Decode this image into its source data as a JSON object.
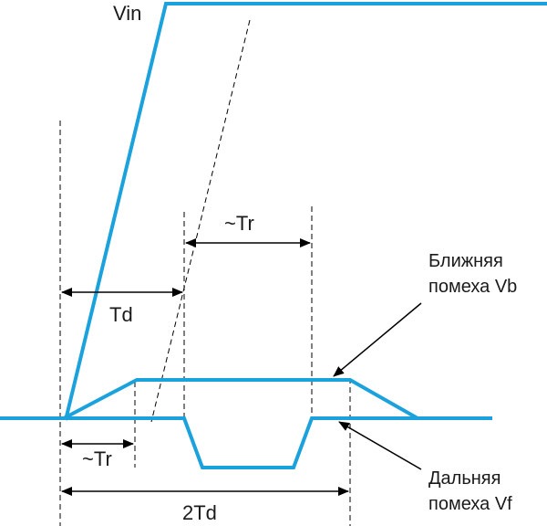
{
  "colors": {
    "signal": "#1ba2dc",
    "annotation": "#000000",
    "text": "#1a1a1a",
    "background": "#ffffff"
  },
  "labels": {
    "vin": "Vin",
    "tr_top": "~Tr",
    "td": "Td",
    "tr_bottom": "~Tr",
    "two_td": "2Td",
    "near_noise_line1": "Ближняя",
    "near_noise_line2": "помеха Vb",
    "far_noise_line1": "Дальняя",
    "far_noise_line2": "помеха Vf"
  }
}
